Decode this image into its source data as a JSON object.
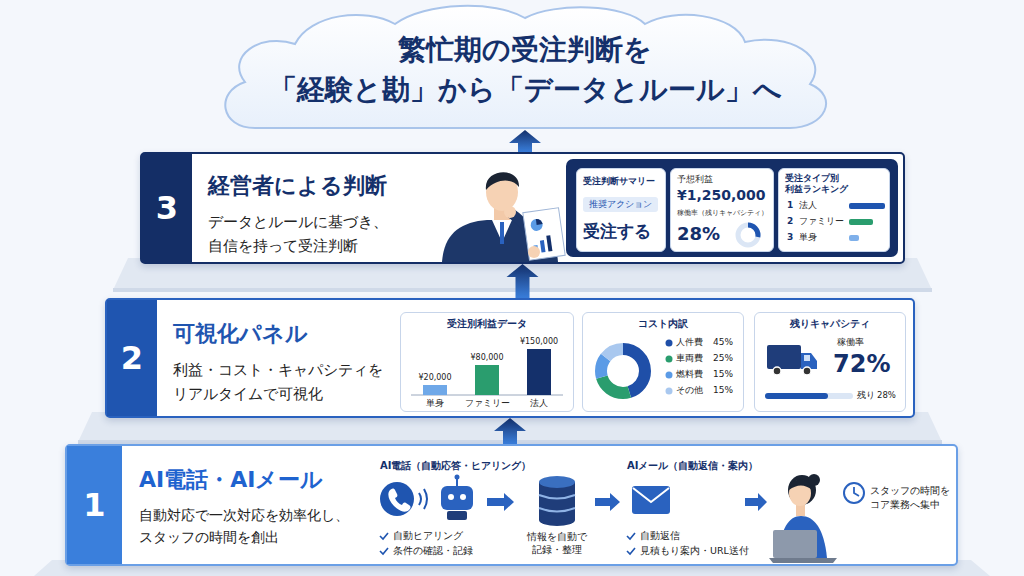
{
  "diagram": {
    "nodes": [
      {
        "text": [
          "繁忙期の受注判断を 「経験と勘」から「データとルール」へ"
        ]
      },
      {
        "text": [
          "3",
          "経営者による判断",
          "データとルールに基づき、 自信を持って受注判断"
        ]
      },
      {
        "text": [
          "受注判断サマリー",
          "推奨アクション",
          "受注する"
        ],
        "in": 1
      },
      {
        "text": [
          "予想利益",
          "¥1,250,000",
          "稼働率（残りキャパシティ）",
          "28%"
        ],
        "in": 1
      },
      {
        "text": [
          "受注タイプ別 利益ランキング",
          "1",
          "法人",
          "2",
          "ファミリー",
          "3",
          "単身"
        ],
        "in": 1
      },
      {
        "text": [
          "2",
          "可視化パネル",
          "利益・コスト・キャパシティを リアルタイムで可視化"
        ]
      },
      {
        "text": [
          "受注別利益データ",
          "¥20,000",
          "¥80,000",
          "¥150,000",
          "単身",
          "ファミリー",
          "法人"
        ],
        "in": 5
      },
      {
        "text": [
          "コスト内訳",
          "人件費",
          "45%",
          "車両費",
          "25%",
          "燃料費",
          "15%",
          "その他",
          "15%"
        ],
        "in": 5
      },
      {
        "text": [
          "残りキャパシティ",
          "稼働率",
          "72%",
          "残り",
          "28%"
        ],
        "in": 5
      },
      {
        "text": [
          "1",
          "AI電話・AIメール",
          "自動対応で一次対応を効率化し、 スタッフの時間を創出",
          "AI電話（自動応答・ヒアリング）",
          "自動ヒアリング",
          "条件の確認・記録",
          "情報を自動で 記録・整理",
          "AIメール（自動返信・案内）",
          "自動返信",
          "見積もり案内・URL送付",
          "スタッフの時間を コア業務へ集中"
        ]
      }
    ],
    "edges": [
      {
        "from": 9,
        "to": 5,
        "arrow": "to"
      },
      {
        "from": 5,
        "to": 1,
        "arrow": "to"
      },
      {
        "from": 1,
        "to": 0,
        "arrow": "to"
      }
    ]
  }
}
